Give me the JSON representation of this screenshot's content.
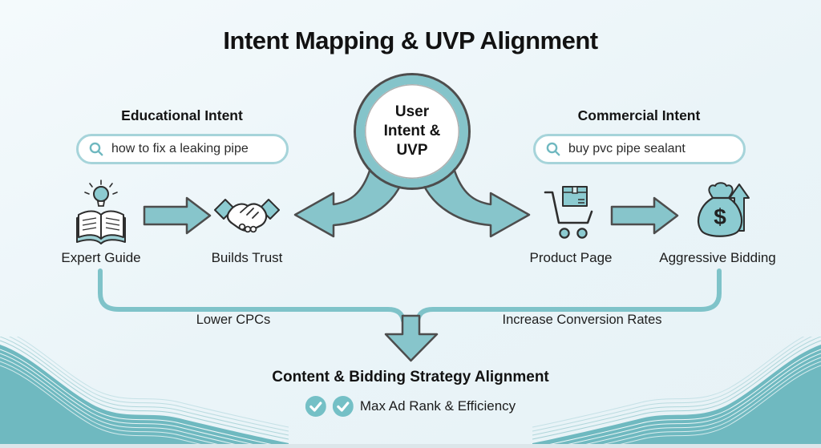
{
  "title": "Intent Mapping & UVP Alignment",
  "hub": {
    "label": "User Intent & UVP"
  },
  "educational": {
    "heading": "Educational Intent",
    "query": "how to fix a leaking pipe",
    "steps": [
      {
        "icon": "book-lightbulb-icon",
        "label": "Expert Guide"
      },
      {
        "icon": "handshake-icon",
        "label": "Builds Trust"
      }
    ]
  },
  "commercial": {
    "heading": "Commercial Intent",
    "query": "buy pvc pipe sealant",
    "steps": [
      {
        "icon": "shopping-cart-icon",
        "label": "Product Page"
      },
      {
        "icon": "money-bag-arrow-icon",
        "label": "Aggressive Bidding"
      }
    ]
  },
  "outcomes": {
    "left": "Lower CPCs",
    "right": "Increase Conversion Rates"
  },
  "footer": {
    "heading": "Content & Bidding Strategy Alignment",
    "subheading": "Max Ad Rank & Efficiency",
    "checks_count": 2
  },
  "colors": {
    "accent_teal": "#85c4ca",
    "wave_teal": "#6fb9c0",
    "outline_gray": "#4d4d4d",
    "search_border": "#a6d4da",
    "background": "#eaf4f8",
    "check_circle": "#74c0c6"
  }
}
